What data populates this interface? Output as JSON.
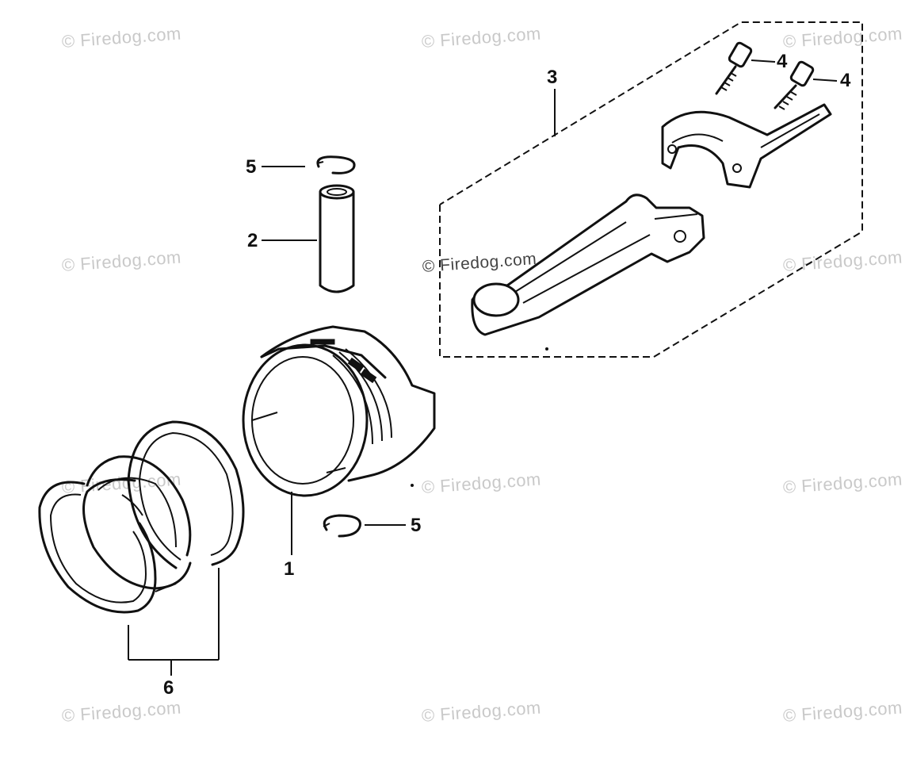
{
  "watermark": {
    "text": "© Firedog.com"
  },
  "callouts": {
    "piston": "1",
    "piston_pin": "2",
    "connecting_rod_set": "3",
    "rod_bolt_a": "4",
    "rod_bolt_b": "4",
    "pin_clip_top": "5",
    "pin_clip_bottom": "5",
    "piston_ring_set": "6"
  }
}
